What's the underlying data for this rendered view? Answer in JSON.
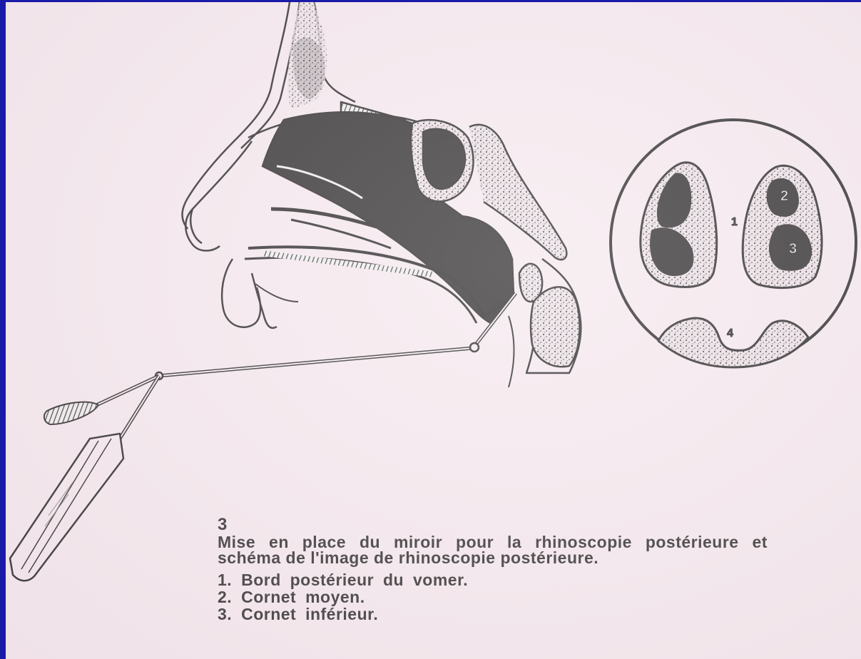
{
  "figure": {
    "number": "3",
    "description_line1": "Mise en place du miroir pour la rhinoscopie postérieure et",
    "description_line2": "schéma de l'image de rhinoscopie postérieure.",
    "legend": [
      {
        "num": "1.",
        "text": "Bord postérieur du vomer."
      },
      {
        "num": "2.",
        "text": "Cornet moyen."
      },
      {
        "num": "3.",
        "text": "Cornet inférieur."
      }
    ],
    "inset_labels": [
      "1",
      "2",
      "3",
      "4"
    ]
  },
  "colors": {
    "border": "#1a1aa8",
    "paper": "#f4e9ee",
    "ink": "#151515"
  }
}
